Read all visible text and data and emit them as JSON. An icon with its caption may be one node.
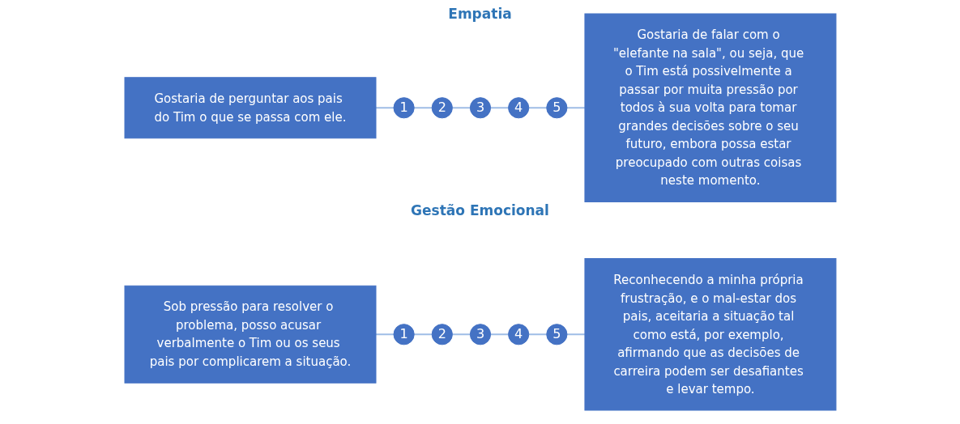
{
  "diagram": {
    "nodes": [
      {
        "text": [
          "Gostaria de perguntar aos pais do Tim o que se passa com ele."
        ]
      },
      {
        "text": [
          "1"
        ]
      },
      {
        "text": [
          "2"
        ]
      },
      {
        "text": [
          "3"
        ]
      },
      {
        "text": [
          "4"
        ]
      },
      {
        "text": [
          "5"
        ]
      },
      {
        "text": [
          "Gostaria de falar com o \"elefante na sala\", ou seja, que o Tim está possivelmente a passar por muita pressão por todos à sua volta para tomar grandes decisões sobre o seu futuro, embora possa estar preocupado com outras coisas neste momento."
        ]
      },
      {
        "text": [
          "Sob pressão para resolver o problema, posso acusar verbalmente o Tim ou os seus pais por complicarem a situação."
        ]
      },
      {
        "text": [
          "1"
        ]
      },
      {
        "text": [
          "2"
        ]
      },
      {
        "text": [
          "3"
        ]
      },
      {
        "text": [
          "4"
        ]
      },
      {
        "text": [
          "5"
        ]
      },
      {
        "text": [
          "Reconhecendo a minha própria frustração, e o mal-estar dos pais, aceitaria a situação tal como está, por exemplo, afirmando que as decisões de carreira podem ser desafiantes e levar tempo."
        ]
      }
    ],
    "edges": [
      {
        "from": 0,
        "to": 1,
        "arrow": "none"
      },
      {
        "from": 1,
        "to": 2,
        "arrow": "none"
      },
      {
        "from": 2,
        "to": 3,
        "arrow": "none"
      },
      {
        "from": 3,
        "to": 4,
        "arrow": "none"
      },
      {
        "from": 4,
        "to": 5,
        "arrow": "none"
      },
      {
        "from": 5,
        "to": 6,
        "arrow": "none"
      },
      {
        "from": 7,
        "to": 8,
        "arrow": "none"
      },
      {
        "from": 8,
        "to": 9,
        "arrow": "none"
      },
      {
        "from": 9,
        "to": 10,
        "arrow": "none"
      },
      {
        "from": 10,
        "to": 11,
        "arrow": "none"
      },
      {
        "from": 11,
        "to": 12,
        "arrow": "none"
      },
      {
        "from": 12,
        "to": 13,
        "arrow": "none"
      }
    ],
    "labels": [
      "Empatia",
      "Gestão Emocional"
    ]
  }
}
